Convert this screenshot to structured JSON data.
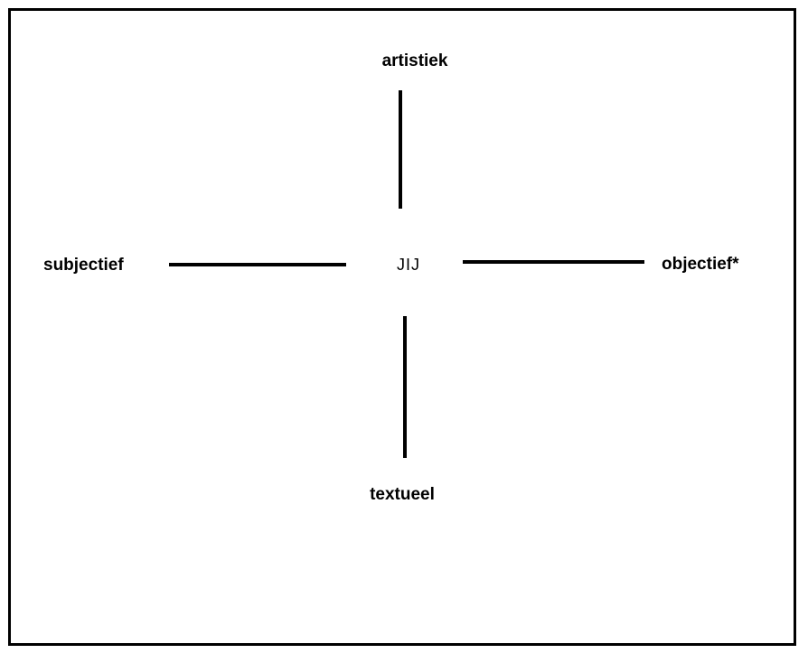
{
  "diagram": {
    "type": "axes-cross",
    "center": {
      "label": "JIJ"
    },
    "axes": {
      "top": {
        "label": "artistiek"
      },
      "left": {
        "label": "subjectief"
      },
      "right": {
        "label": "objectief*"
      },
      "bottom": {
        "label": "textueel"
      }
    },
    "colors": {
      "line": "#000000",
      "text": "#000000",
      "background": "#ffffff",
      "border": "#000000"
    }
  }
}
